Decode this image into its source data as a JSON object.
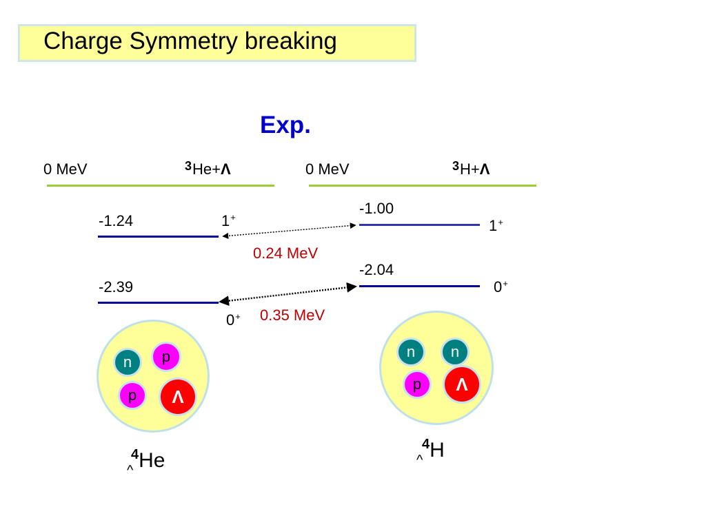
{
  "title": "Charge Symmetry breaking",
  "exp_label": "Exp.",
  "left": {
    "zero_label": "0 MeV",
    "threshold_mass": "3",
    "threshold_label": "He+",
    "threshold_lambda": "Λ",
    "level1_energy": "-1.24",
    "level1_spin": "1",
    "level1_parity": "+",
    "level2_energy": "-2.39",
    "level2_spin": "0",
    "level2_parity": "+",
    "hypernucleus_mass": "4",
    "hypernucleus_sub": "^",
    "hypernucleus_element": "He",
    "balls": [
      "n",
      "p",
      "p",
      "Λ"
    ]
  },
  "right": {
    "zero_label": "0 MeV",
    "threshold_mass": "3",
    "threshold_label": "H+",
    "threshold_lambda": "Λ",
    "level1_energy": "-1.00",
    "level1_spin": "1",
    "level1_parity": "+",
    "level2_energy": "-2.04",
    "level2_spin": "0",
    "level2_parity": "+",
    "hypernucleus_mass": "4",
    "hypernucleus_sub": "^",
    "hypernucleus_element": "H",
    "balls": [
      "n",
      "n",
      "p",
      "Λ"
    ]
  },
  "diff_excited": "0.24 MeV",
  "diff_ground": "0.35 MeV",
  "colors": {
    "title_bg": "#ffff99",
    "exp": "#0000cc",
    "threshold_line": "#99cc33",
    "level_line": "#000099",
    "diff_text": "#c00000",
    "neutron": "#008080",
    "proton": "#ff00ff",
    "lambda": "#ff0000"
  }
}
